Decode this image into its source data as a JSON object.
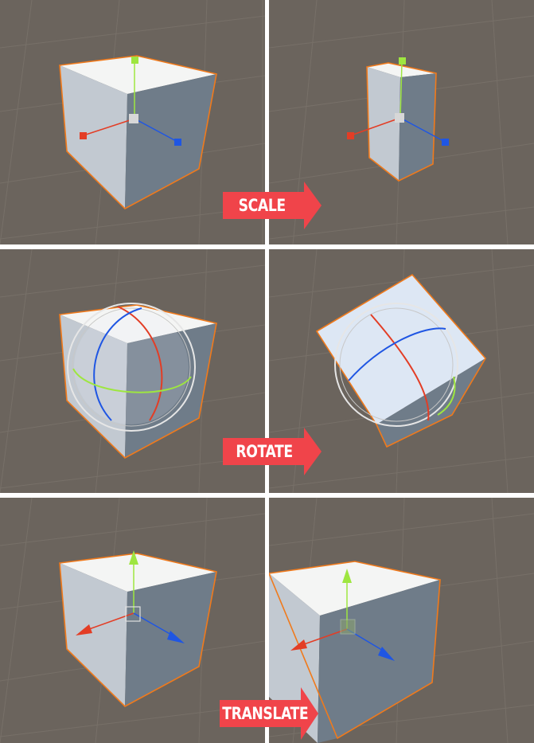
{
  "colors": {
    "ground": "#6b645d",
    "grid": "#7a736c",
    "cube_top": "#f4f5f4",
    "cube_left": "#c2c9d1",
    "cube_right": "#6f7c89",
    "outline": "#f07a1c",
    "axis_x": "#e33d25",
    "axis_y": "#9ee640",
    "axis_z": "#1f56e3",
    "label_bg": "#f0444a",
    "label_text": "#ffffff"
  },
  "rows": [
    {
      "label": "SCALE",
      "icon": "scale-gizmo-icon"
    },
    {
      "label": "ROTATE",
      "icon": "rotate-gizmo-icon"
    },
    {
      "label": "TRANSLATE",
      "icon": "translate-gizmo-icon"
    }
  ]
}
